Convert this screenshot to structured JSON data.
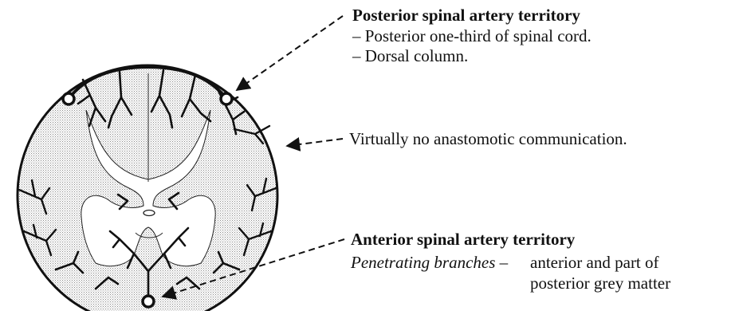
{
  "posterior": {
    "heading": "Posterior spinal artery territory",
    "items": [
      "– Posterior one-third of spinal cord.",
      "– Dorsal column."
    ]
  },
  "anastomosis": {
    "label": "Virtually no anastomotic communication."
  },
  "anterior": {
    "heading": "Anterior spinal artery territory",
    "branch_label": "Penetrating branches –",
    "branch_text_line1": "anterior and part of",
    "branch_text_line2": "posterior grey matter"
  }
}
